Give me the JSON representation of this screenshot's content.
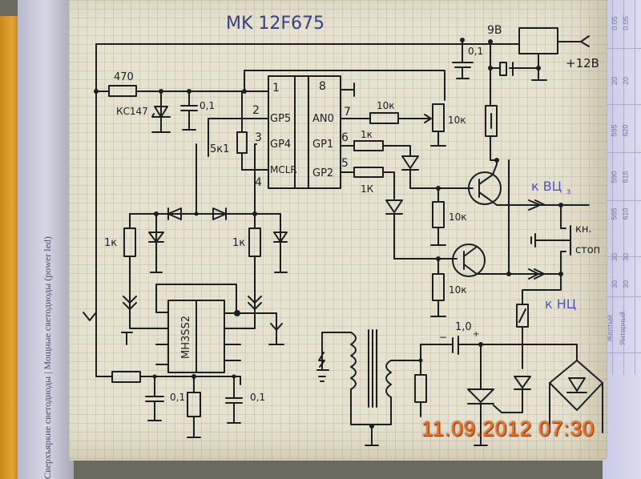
{
  "photo": {
    "left_sheet_text": "Сверхъяркие светодиоды | Мощные светодиоды (power led)",
    "right_sheet_numbers": [
      "0.05",
      "0.05",
      "20",
      "20",
      "595",
      "620",
      "590",
      "615",
      "585",
      "610",
      "30",
      "30",
      "30",
      "30",
      "Желтый",
      "Янтарный"
    ],
    "timestamp": "11.09.2012  07:30"
  },
  "schematic": {
    "title": "MK  12F675",
    "supply": {
      "voltage_9v": "9B",
      "input": "+12B",
      "cap": "0,1"
    },
    "mcu": {
      "pins_left": [
        {
          "num": "1",
          "name": ""
        },
        {
          "num": "2",
          "name": "GP5"
        },
        {
          "num": "3",
          "name": "GP4"
        },
        {
          "num": "4",
          "name": "MCLR"
        }
      ],
      "pins_right": [
        {
          "num": "8",
          "name": ""
        },
        {
          "num": "7",
          "name": "AN0"
        },
        {
          "num": "6",
          "name": "GP1"
        },
        {
          "num": "5",
          "name": "GP2"
        }
      ]
    },
    "labels": {
      "r470": "470",
      "zener": "КС147",
      "c01_top": "0,1",
      "r5k1": "5к1",
      "r10k_an0": "10к",
      "pot10k": "10к",
      "r1k_gp1": "1к",
      "r1k_gp2": "1К",
      "r10k_q1": "10к",
      "r10k_q2": "10к",
      "r1k_left": "1к",
      "r1k_right": "1к",
      "ic2": "МН3SS2",
      "c01_bl": "0,1",
      "c01_br": "0,1",
      "c1_0": "1,0",
      "cap_minus": "−",
      "cap_plus": "+",
      "to_vch": "к ВЦ",
      "to_vch_sub": "з",
      "button": "кн.",
      "button2": "стоп",
      "to_nch": "к НЦ"
    }
  }
}
